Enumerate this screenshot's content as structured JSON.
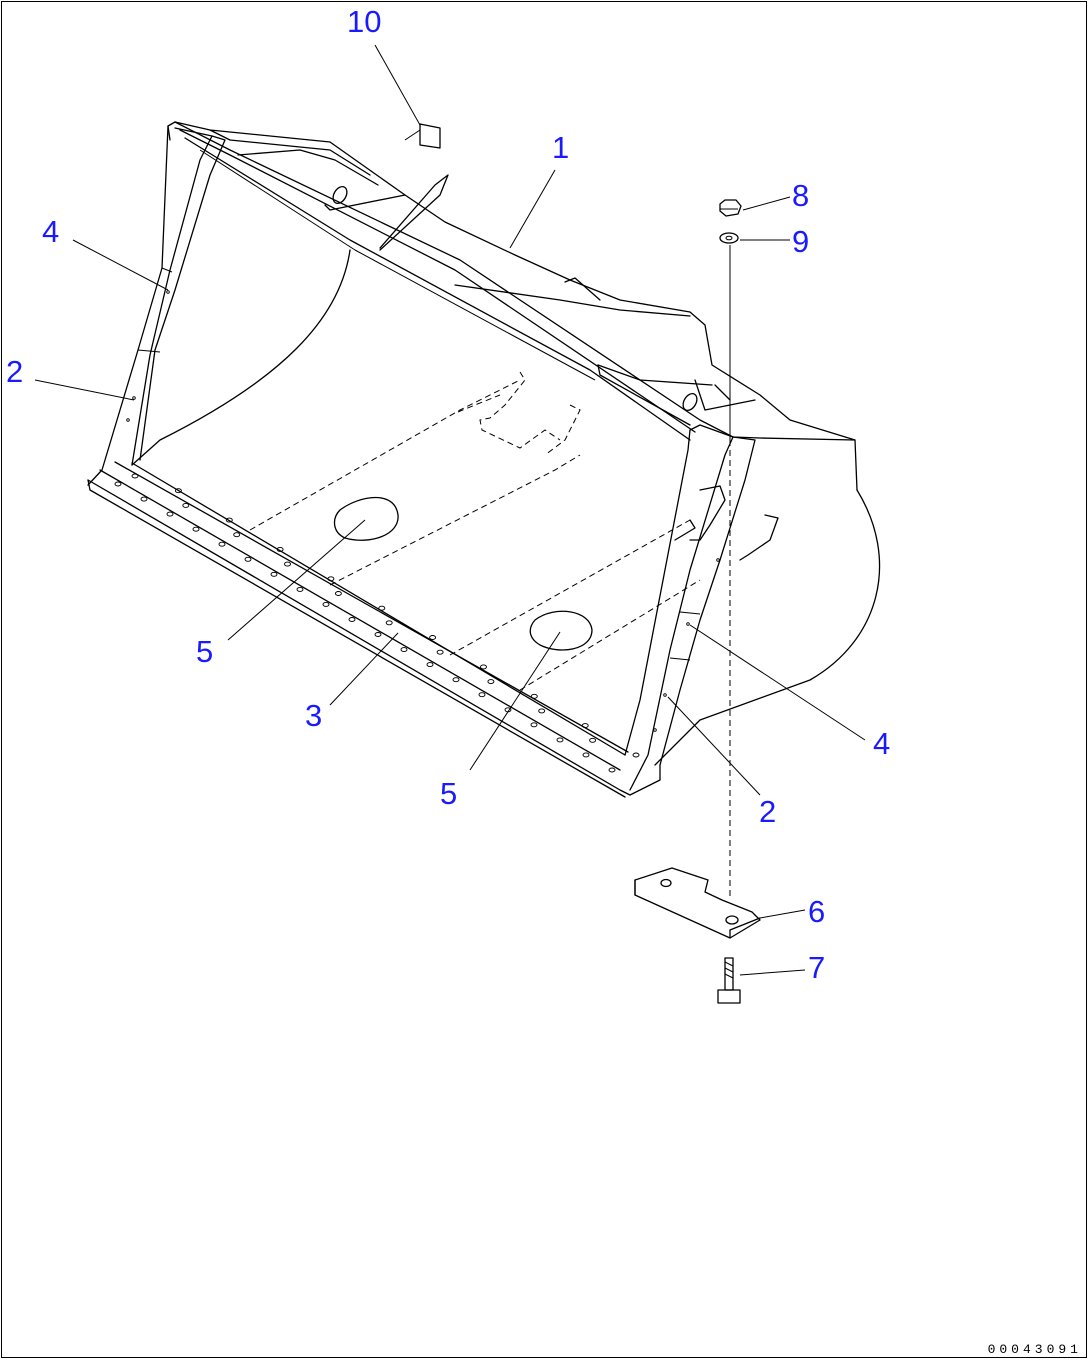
{
  "diagram": {
    "callouts": [
      {
        "id": "c10",
        "text": "10"
      },
      {
        "id": "c1",
        "text": "1"
      },
      {
        "id": "c8",
        "text": "8"
      },
      {
        "id": "c9",
        "text": "9"
      },
      {
        "id": "c4a",
        "text": "4"
      },
      {
        "id": "c2a",
        "text": "2"
      },
      {
        "id": "c5a",
        "text": "5"
      },
      {
        "id": "c3",
        "text": "3"
      },
      {
        "id": "c5b",
        "text": "5"
      },
      {
        "id": "c4b",
        "text": "4"
      },
      {
        "id": "c2b",
        "text": "2"
      },
      {
        "id": "c6",
        "text": "6"
      },
      {
        "id": "c7",
        "text": "7"
      }
    ],
    "drawing_code": "00043091",
    "callout_color": "#1a1aff"
  }
}
